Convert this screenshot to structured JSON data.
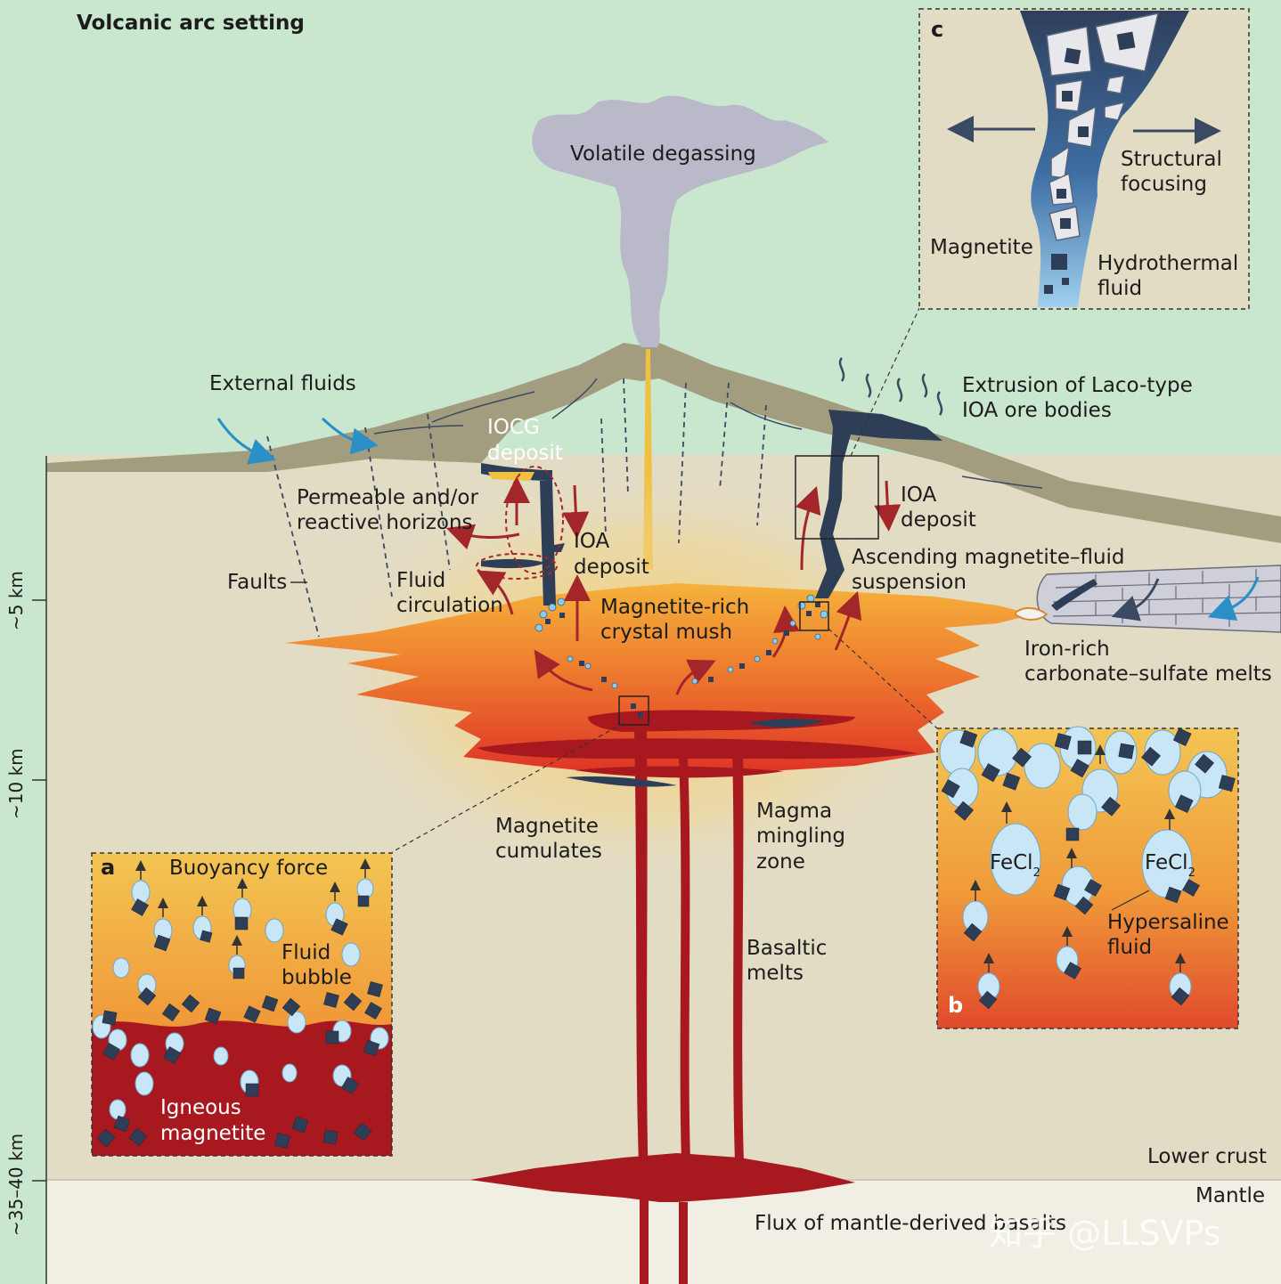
{
  "title": "Volcanic arc setting",
  "labels": {
    "volatile": "Volatile degassing",
    "external_fluids": "External fluids",
    "iocg_1": "IOCG",
    "iocg_2": "deposit",
    "permeable_1": "Permeable and/or",
    "permeable_2": "reactive horizons",
    "faults": "Faults",
    "fluid_circ_1": "Fluid",
    "fluid_circ_2": "circulation",
    "ioa_left_1": "IOA",
    "ioa_left_2": "deposit",
    "mush_1": "Magnetite-rich",
    "mush_2": "crystal mush",
    "ioa_right_1": "IOA",
    "ioa_right_2": "deposit",
    "extrusion_1": "Extrusion of Laco-type",
    "extrusion_2": "IOA ore bodies",
    "ascending_1": "Ascending magnetite–fluid",
    "ascending_2": "suspension",
    "iron_rich_1": "Iron-rich",
    "iron_rich_2": "carbonate–sulfate melts",
    "cumulates_1": "Magnetite",
    "cumulates_2": "cumulates",
    "mingling_1": "Magma",
    "mingling_2": "mingling",
    "mingling_3": "zone",
    "basaltic_1": "Basaltic",
    "basaltic_2": "melts",
    "lower_crust": "Lower crust",
    "mantle": "Mantle",
    "flux": "Flux of mantle-derived basalts"
  },
  "depth_axis": [
    "~5 km",
    "~10 km",
    "~35–40 km"
  ],
  "panel_a": {
    "letter": "a",
    "buoyancy": "Buoyancy force",
    "fluid_1": "Fluid",
    "fluid_2": "bubble",
    "igneous_1": "Igneous",
    "igneous_2": "magnetite"
  },
  "panel_b": {
    "letter": "b",
    "fecl_1": "FeCl",
    "fecl_sub": "2",
    "fecl_2": "FeCl",
    "hyper_1": "Hypersaline",
    "hyper_2": "fluid"
  },
  "panel_c": {
    "letter": "c",
    "structural_1": "Structural",
    "structural_2": "focusing",
    "magnetite": "Magnetite",
    "hydro_1": "Hydrothermal",
    "hydro_2": "fluid"
  },
  "watermark": "知乎 @LLSVPs",
  "colors": {
    "sky": "#c9e6cf",
    "crust": "#e3dcc4",
    "mantle": "#f1efe4",
    "topsoil": "#a39d80",
    "magma_red": "#a8191f",
    "magnetite": "#2e3e57",
    "bubble": "#bfe0f3",
    "arrow_red": "#a3262a",
    "arrow_blue": "#2a8fc6",
    "plume": "#b9b9c9"
  }
}
